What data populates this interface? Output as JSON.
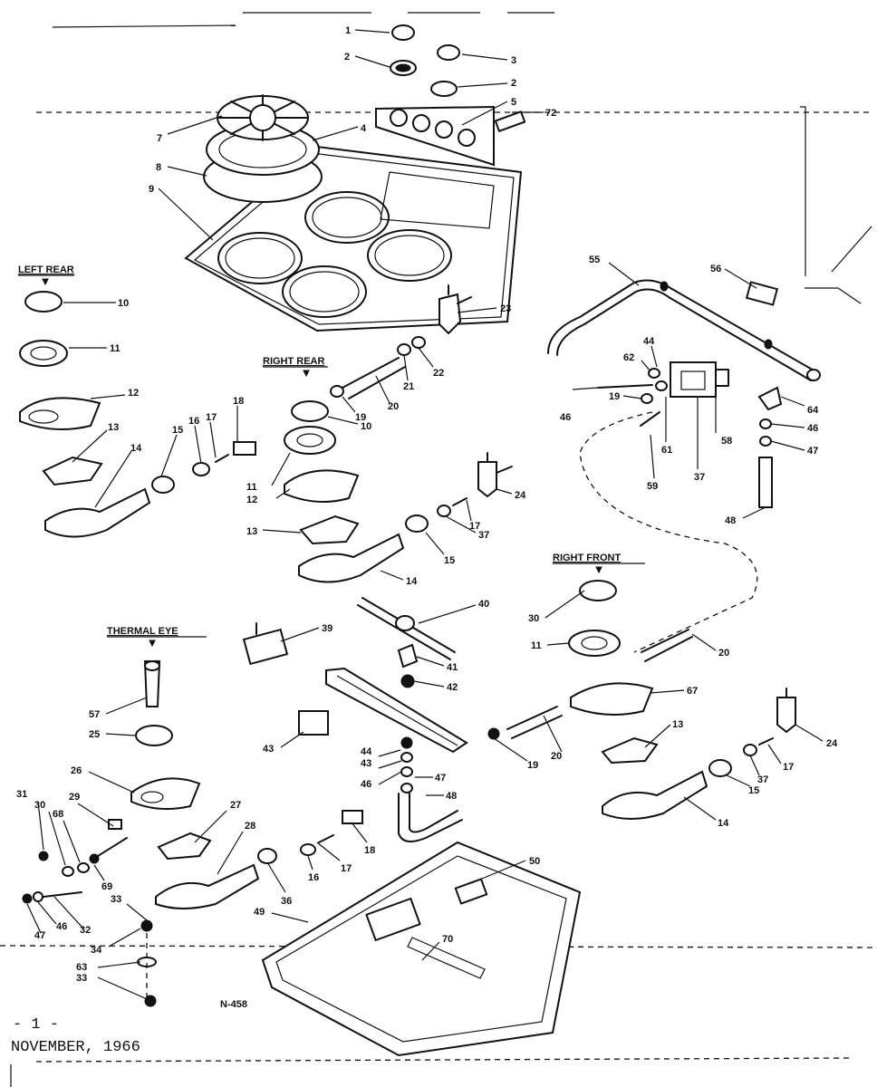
{
  "sections": {
    "left_rear": "LEFT REAR",
    "right_rear": "RIGHT REAR",
    "right_front": "RIGHT FRONT",
    "thermal_eye": "THERMAL EYE"
  },
  "callouts": [
    {
      "id": "c1",
      "label": "1"
    },
    {
      "id": "c2a",
      "label": "2"
    },
    {
      "id": "c3",
      "label": "3"
    },
    {
      "id": "c2b",
      "label": "2"
    },
    {
      "id": "c5",
      "label": "5"
    },
    {
      "id": "c72",
      "label": "72"
    },
    {
      "id": "c7",
      "label": "7"
    },
    {
      "id": "c4",
      "label": "4"
    },
    {
      "id": "c8",
      "label": "8"
    },
    {
      "id": "c9",
      "label": "9"
    },
    {
      "id": "c10a",
      "label": "10"
    },
    {
      "id": "c11a",
      "label": "11"
    },
    {
      "id": "c12a",
      "label": "12"
    },
    {
      "id": "c13a",
      "label": "13"
    },
    {
      "id": "c14a",
      "label": "14"
    },
    {
      "id": "c15a",
      "label": "15"
    },
    {
      "id": "c16a",
      "label": "16"
    },
    {
      "id": "c17a",
      "label": "17"
    },
    {
      "id": "c18a",
      "label": "18"
    },
    {
      "id": "c23",
      "label": "23"
    },
    {
      "id": "c22",
      "label": "22"
    },
    {
      "id": "c21",
      "label": "21"
    },
    {
      "id": "c20a",
      "label": "20"
    },
    {
      "id": "c19a",
      "label": "19"
    },
    {
      "id": "c10b",
      "label": "10"
    },
    {
      "id": "c11b",
      "label": "11"
    },
    {
      "id": "c12b",
      "label": "12"
    },
    {
      "id": "c13b",
      "label": "13"
    },
    {
      "id": "c14b",
      "label": "14"
    },
    {
      "id": "c15b",
      "label": "15"
    },
    {
      "id": "c37a",
      "label": "37"
    },
    {
      "id": "c17b",
      "label": "17"
    },
    {
      "id": "c24a",
      "label": "24"
    },
    {
      "id": "c55",
      "label": "55"
    },
    {
      "id": "c56",
      "label": "56"
    },
    {
      "id": "c44a",
      "label": "44"
    },
    {
      "id": "c62",
      "label": "62"
    },
    {
      "id": "c19b",
      "label": "19"
    },
    {
      "id": "c46a",
      "label": "46"
    },
    {
      "id": "c61",
      "label": "61"
    },
    {
      "id": "c58",
      "label": "58"
    },
    {
      "id": "c37b",
      "label": "37"
    },
    {
      "id": "c59",
      "label": "59"
    },
    {
      "id": "c64",
      "label": "64"
    },
    {
      "id": "c46b",
      "label": "46"
    },
    {
      "id": "c47a",
      "label": "47"
    },
    {
      "id": "c48a",
      "label": "48"
    },
    {
      "id": "c40",
      "label": "40"
    },
    {
      "id": "c41",
      "label": "41"
    },
    {
      "id": "c42",
      "label": "42"
    },
    {
      "id": "c39",
      "label": "39"
    },
    {
      "id": "c30a",
      "label": "30"
    },
    {
      "id": "c11c",
      "label": "11"
    },
    {
      "id": "c20b",
      "label": "20"
    },
    {
      "id": "c67",
      "label": "67"
    },
    {
      "id": "c57",
      "label": "57"
    },
    {
      "id": "c25",
      "label": "25"
    },
    {
      "id": "c26",
      "label": "26"
    },
    {
      "id": "c43a",
      "label": "43"
    },
    {
      "id": "c44b",
      "label": "44"
    },
    {
      "id": "c43b",
      "label": "43"
    },
    {
      "id": "c46c",
      "label": "46"
    },
    {
      "id": "c47b",
      "label": "47"
    },
    {
      "id": "c48b",
      "label": "48"
    },
    {
      "id": "c19c",
      "label": "19"
    },
    {
      "id": "c20c",
      "label": "20"
    },
    {
      "id": "c13c",
      "label": "13"
    },
    {
      "id": "c24b",
      "label": "24"
    },
    {
      "id": "c17c",
      "label": "17"
    },
    {
      "id": "c37c",
      "label": "37"
    },
    {
      "id": "c15c",
      "label": "15"
    },
    {
      "id": "c14c",
      "label": "14"
    },
    {
      "id": "c31",
      "label": "31"
    },
    {
      "id": "c30b",
      "label": "30"
    },
    {
      "id": "c68",
      "label": "68"
    },
    {
      "id": "c29",
      "label": "29"
    },
    {
      "id": "c69",
      "label": "69"
    },
    {
      "id": "c27",
      "label": "27"
    },
    {
      "id": "c28",
      "label": "28"
    },
    {
      "id": "c18b",
      "label": "18"
    },
    {
      "id": "c17d",
      "label": "17"
    },
    {
      "id": "c16b",
      "label": "16"
    },
    {
      "id": "c36",
      "label": "36"
    },
    {
      "id": "c50",
      "label": "50"
    },
    {
      "id": "c49",
      "label": "49"
    },
    {
      "id": "c33a",
      "label": "33"
    },
    {
      "id": "c34",
      "label": "34"
    },
    {
      "id": "c47c",
      "label": "47"
    },
    {
      "id": "c46d",
      "label": "46"
    },
    {
      "id": "c32",
      "label": "32"
    },
    {
      "id": "c63",
      "label": "63"
    },
    {
      "id": "c33b",
      "label": "33"
    },
    {
      "id": "c70",
      "label": "70"
    }
  ],
  "footer": {
    "page": "- 1 -",
    "date": "NOVEMBER, 1966"
  }
}
